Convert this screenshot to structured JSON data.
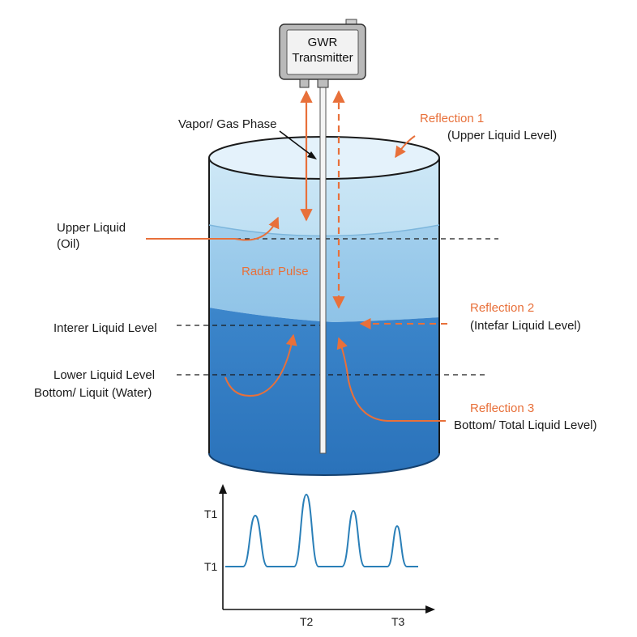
{
  "transmitter": {
    "line1": "GWR",
    "line2": "Transmitter"
  },
  "labels": {
    "vapor_phase": "Vapor/ Gas Phase",
    "upper_liquid_line1": "Upper Liquid",
    "upper_liquid_line2": "(Oil)",
    "radar_pulse": "Radar Pulse",
    "interface_level": "Interer Liquid Level",
    "lower_level_line1": "Lower Liquid Level",
    "lower_level_line2": "Bottom/  Liquit (Water)"
  },
  "reflections": [
    {
      "title": "Reflection 1",
      "desc": "(Upper Liquid Level)"
    },
    {
      "title": "Reflection 2",
      "desc": "(Intefar Liquid Level)"
    },
    {
      "title": "Reflection 3",
      "desc": "Bottom/ Total Liquid Level)"
    }
  ],
  "waveform": {
    "y_ticks": [
      "T1",
      "T1"
    ],
    "x_ticks": [
      "T2",
      "T3"
    ]
  },
  "colors": {
    "accent": "#e8703a",
    "vapor": "#d5ecf8",
    "oil": "#a9d3ee",
    "water": "#2e7bc2",
    "signal": "#2a7fb8"
  }
}
